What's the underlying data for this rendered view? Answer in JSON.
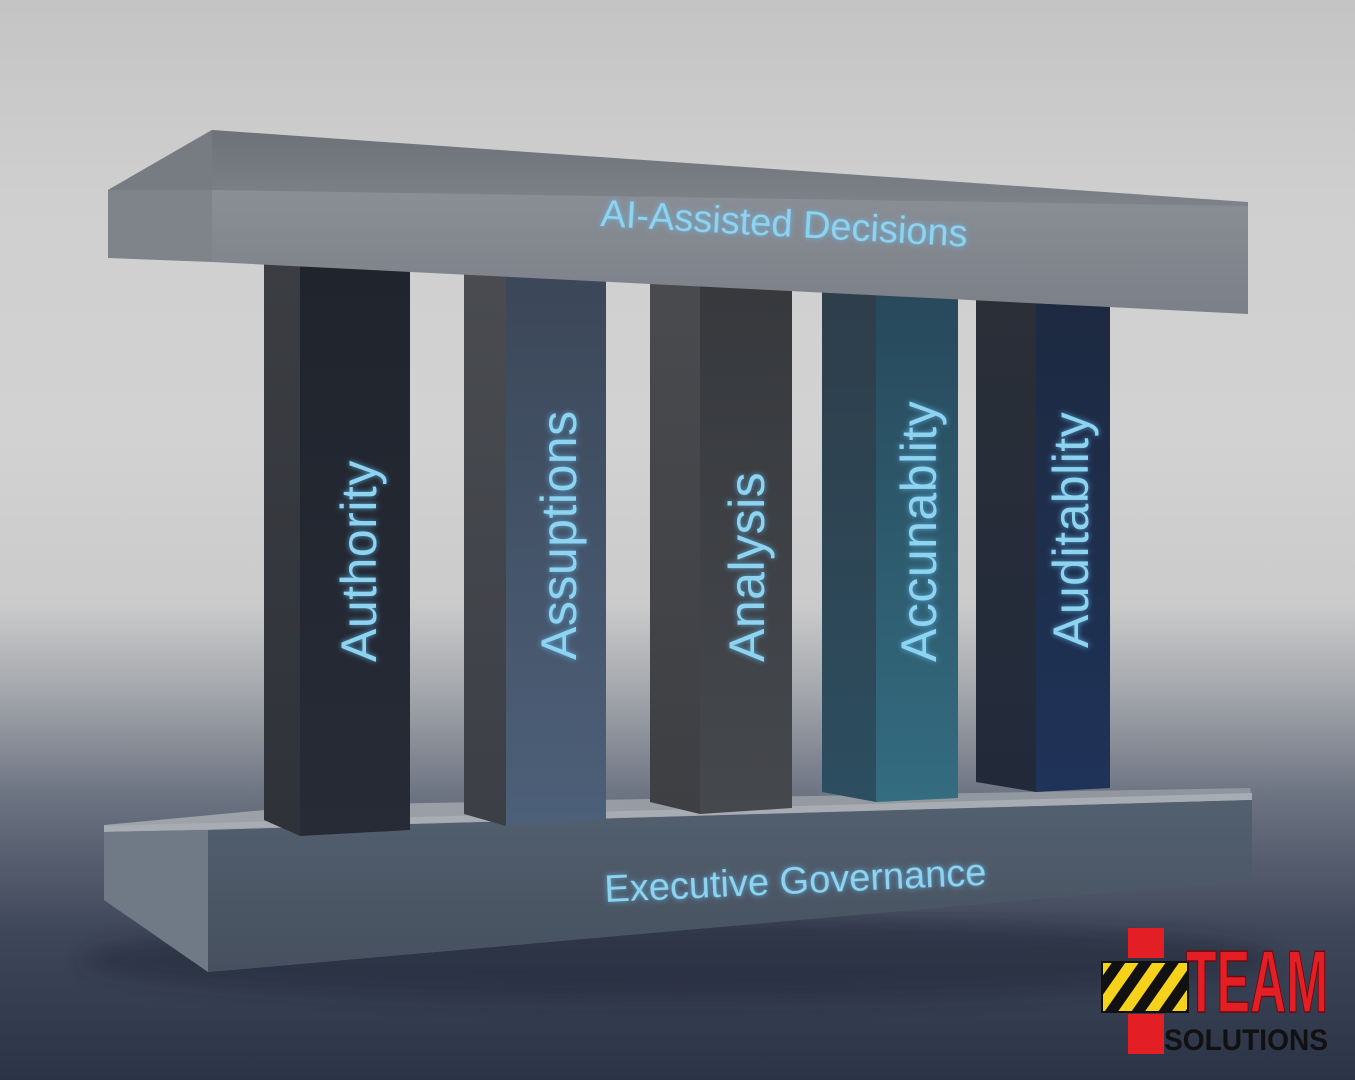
{
  "diagram": {
    "top_beam_label": "AI-Assisted Decisions",
    "base_label": "Executive Governance",
    "pillars": [
      {
        "label": "Authority"
      },
      {
        "label": "Assuptions"
      },
      {
        "label": "Analysis"
      },
      {
        "label": "Accunablity"
      },
      {
        "label": "Auditablity"
      }
    ]
  },
  "logo": {
    "line1": "TEAM",
    "line2": "SOLUTIONS",
    "colors": {
      "red": "#e31e24",
      "yellow": "#f6d21b",
      "black": "#111111"
    }
  },
  "colors": {
    "label_glow": "#8ed4f0",
    "pillar_authority": "#1f2430",
    "pillar_assuptions": "#4a5a70",
    "pillar_analysis": "#3a3d42",
    "pillar_accunablity": "#2f6276",
    "pillar_auditablity": "#1e3050"
  }
}
